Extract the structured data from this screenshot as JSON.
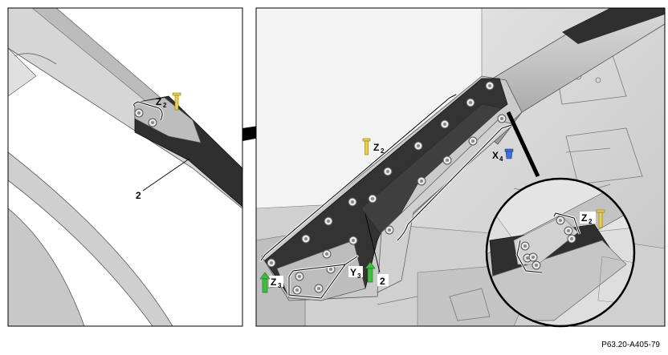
{
  "left_panel": {
    "label_z": "Z",
    "label_z_sub": "2",
    "part_label": "2"
  },
  "right_panel": {
    "label_z2": "Z",
    "label_z2_sub": "2",
    "label_x4": "X",
    "label_x4_sub": "4",
    "label_z3": "Z",
    "label_z3_sub": "3",
    "label_y3": "Y",
    "label_y3_sub": "3",
    "part_label": "2",
    "detail_label_z": "Z",
    "detail_label_z_sub": "2"
  },
  "figure_ref": "P63.20-A405-79",
  "colors": {
    "yellow_rivet": "#f2d23c",
    "blue_rivet": "#3d6fd8",
    "green_rivet": "#3cc13c",
    "metal_light": "#d4d4d4",
    "metal_mid": "#b4b4b4",
    "panel_dark": "#3a3a3a"
  }
}
